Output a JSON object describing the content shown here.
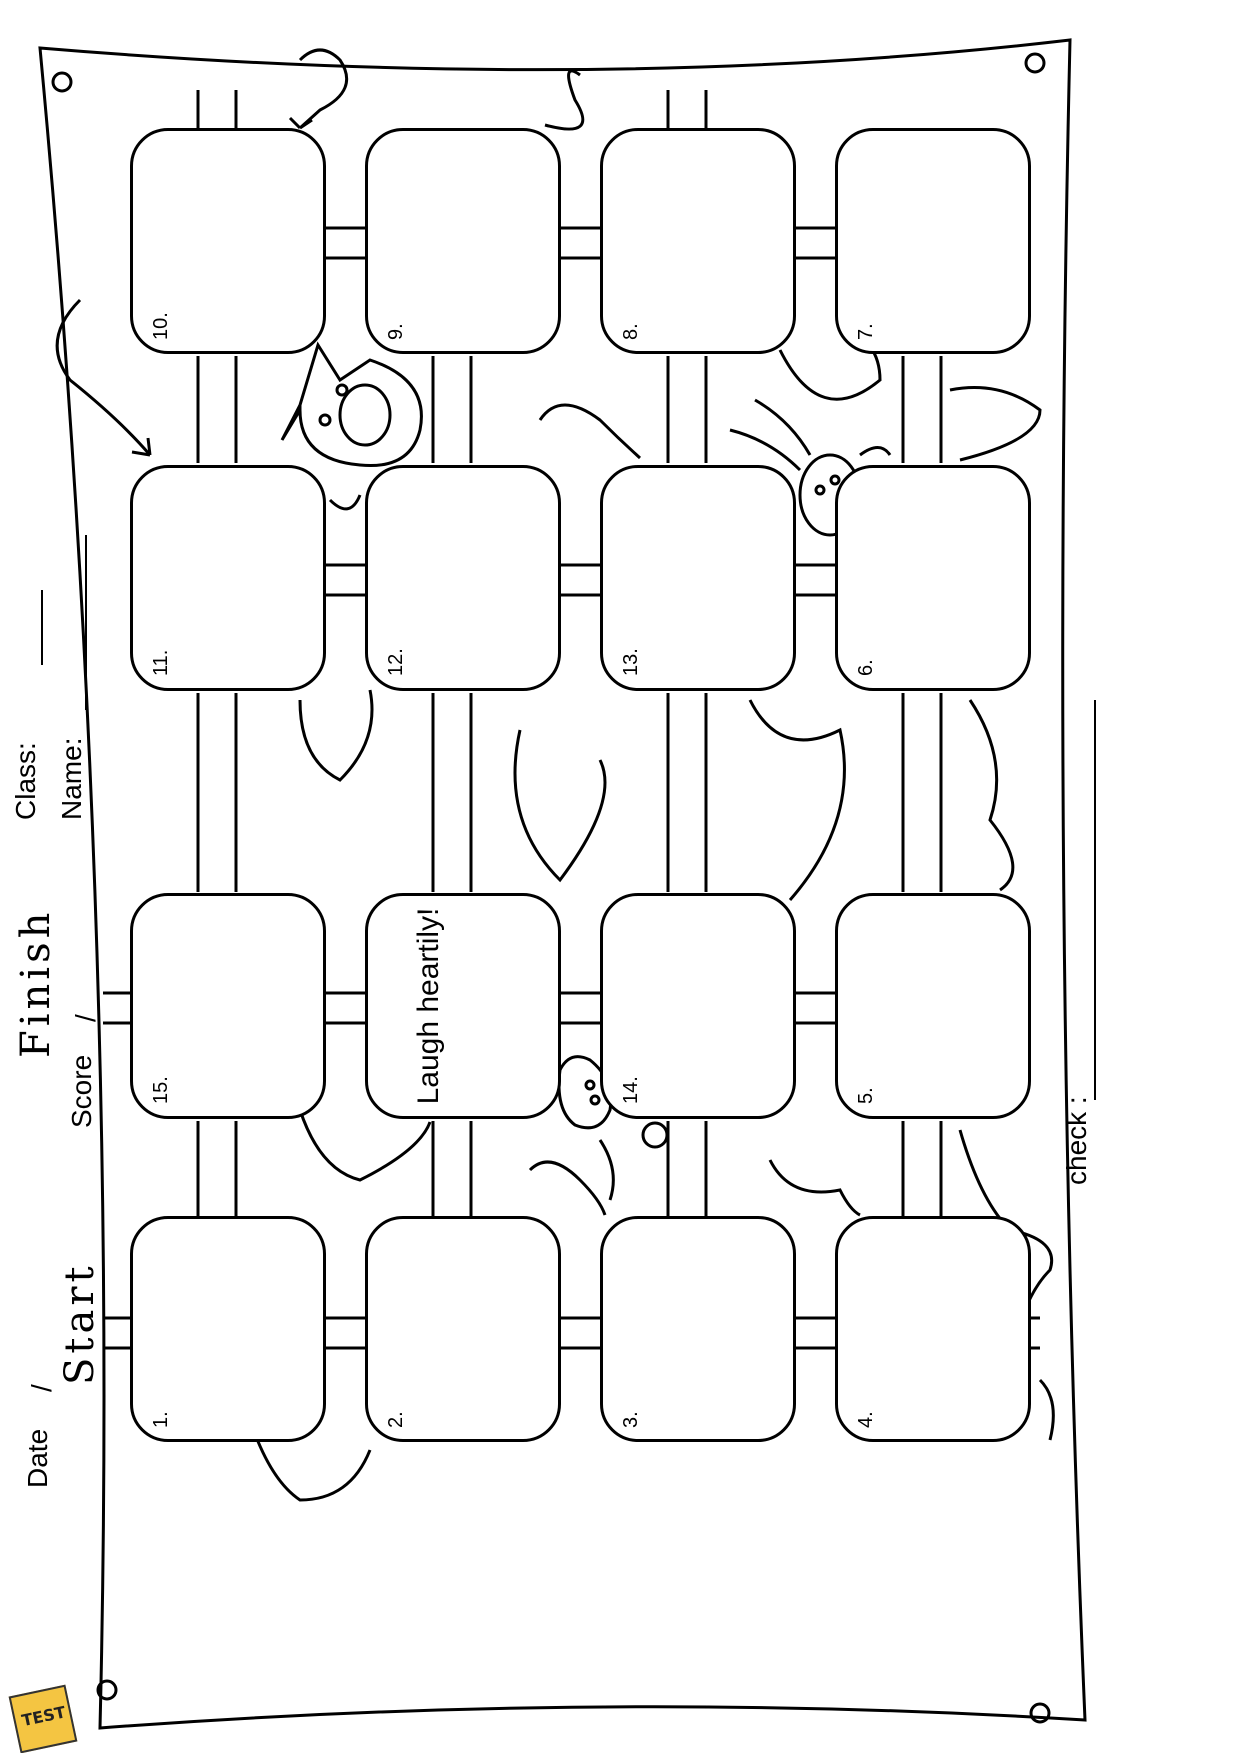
{
  "header": {
    "date_label": "Date",
    "date_sep": "/",
    "start_label": "Start",
    "finish_label": "Finish",
    "score_label": "Score",
    "score_sep": "/",
    "class_label": "Class:",
    "name_label": "Name:",
    "check_label": "check :"
  },
  "cells": [
    {
      "num": "1.",
      "text": ""
    },
    {
      "num": "2.",
      "text": ""
    },
    {
      "num": "3.",
      "text": ""
    },
    {
      "num": "4.",
      "text": ""
    },
    {
      "num": "5.",
      "text": ""
    },
    {
      "num": "6.",
      "text": ""
    },
    {
      "num": "7.",
      "text": ""
    },
    {
      "num": "8.",
      "text": ""
    },
    {
      "num": "9.",
      "text": ""
    },
    {
      "num": "10.",
      "text": ""
    },
    {
      "num": "11.",
      "text": ""
    },
    {
      "num": "12.",
      "text": ""
    },
    {
      "num": "13.",
      "text": ""
    },
    {
      "num": "14.",
      "text": ""
    },
    {
      "num": "15.",
      "text": ""
    },
    {
      "num": "",
      "text": "Laugh heartily!"
    }
  ],
  "badge": {
    "label": "TEST"
  }
}
